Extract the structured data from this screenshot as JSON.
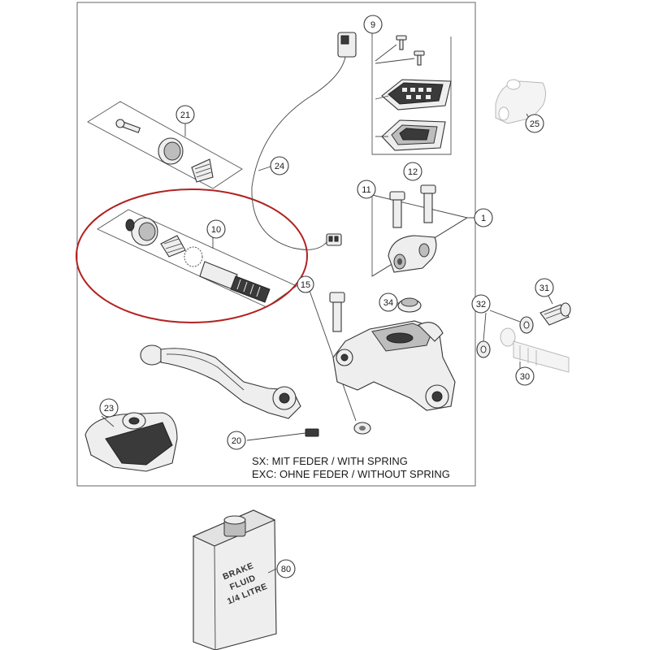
{
  "callouts": {
    "c1": "1",
    "c9": "9",
    "c10": "10",
    "c11": "11",
    "c12": "12",
    "c15": "15",
    "c20": "20",
    "c21": "21",
    "c23": "23",
    "c24": "24",
    "c25": "25",
    "c30": "30",
    "c31": "31",
    "c32": "32",
    "c34": "34",
    "c80": "80"
  },
  "notes": {
    "sx": "SX: MIT FEDER / WITH SPRING",
    "exc": "EXC: OHNE FEDER / WITHOUT SPRING"
  },
  "bottle_label": {
    "line1": "BRAKE",
    "line2": "FLUID",
    "line3": "1/4 LITRE"
  },
  "colors": {
    "highlight": "#b22222",
    "line": "#333333"
  }
}
